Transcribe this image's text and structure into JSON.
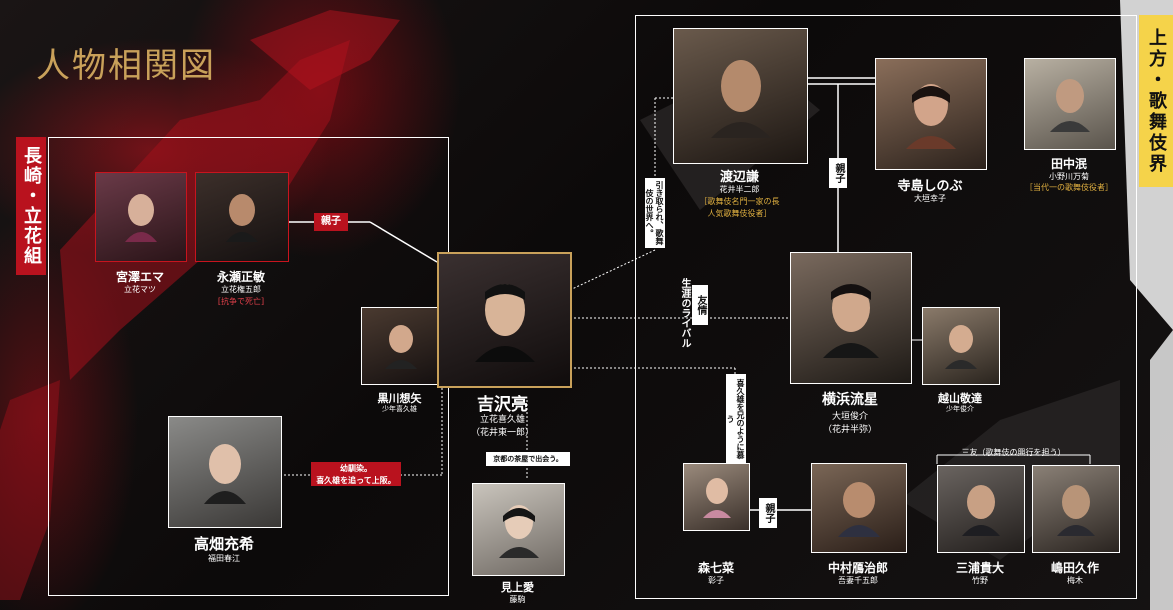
{
  "title": "人物相関図",
  "groups": {
    "left": "長崎・立花組",
    "right": "上方・歌舞伎界"
  },
  "colors": {
    "accent_red": "#b9121e",
    "accent_gold": "#c9a15a",
    "label_yellow": "#f5d34a",
    "background": "#0d0b0b"
  },
  "people": {
    "miyazawa": {
      "name": "宮澤エマ",
      "role": "立花マツ"
    },
    "nagase": {
      "name": "永瀬正敏",
      "role": "立花権五郎",
      "note": "[抗争で死亡]"
    },
    "kurokawa": {
      "name": "黒川想矢",
      "role": "少年喜久雄"
    },
    "yoshizawa": {
      "name": "吉沢亮",
      "role": "立花喜久雄",
      "role2": "（花井東一郎）"
    },
    "takahata": {
      "name": "高畑充希",
      "role": "福田春江"
    },
    "mitsukami": {
      "name": "見上愛",
      "role": "藤駒"
    },
    "watanabe": {
      "name": "渡辺謙",
      "role": "花井半二郎",
      "note1": "［歌舞伎名門一家の長",
      "note2": "人気歌舞伎役者］"
    },
    "terajima": {
      "name": "寺島しのぶ",
      "role": "大垣幸子"
    },
    "tanaka": {
      "name": "田中泯",
      "role": "小野川万菊",
      "note": "［当代一の歌舞伎役者］"
    },
    "yokohama": {
      "name": "横浜流星",
      "role": "大垣俊介",
      "role2": "（花井半弥）"
    },
    "koshiyama": {
      "name": "越山敬達",
      "role": "少年俊介"
    },
    "mori": {
      "name": "森七菜",
      "role": "彰子"
    },
    "nakamura": {
      "name": "中村鴈治郎",
      "role": "吾妻千五郎"
    },
    "miura": {
      "name": "三浦貴大",
      "role": "竹野"
    },
    "shimada": {
      "name": "嶋田久作",
      "role": "梅木"
    }
  },
  "relations": {
    "oyako1": "親子",
    "oyako2": "親子",
    "oyako3": "親子",
    "haruE": "幼馴染。",
    "haruE2": "喜久雄を追って上阪。",
    "kyoto": "京都の茶屋で出会う。",
    "hikitori": "引き取られ、歌舞伎の世界へ。",
    "rival": "生涯のライバル",
    "yuujou": "友情",
    "shitau": "喜久雄を兄のように慕う",
    "sanyuu": "三友（歌舞伎の興行を担う）"
  }
}
